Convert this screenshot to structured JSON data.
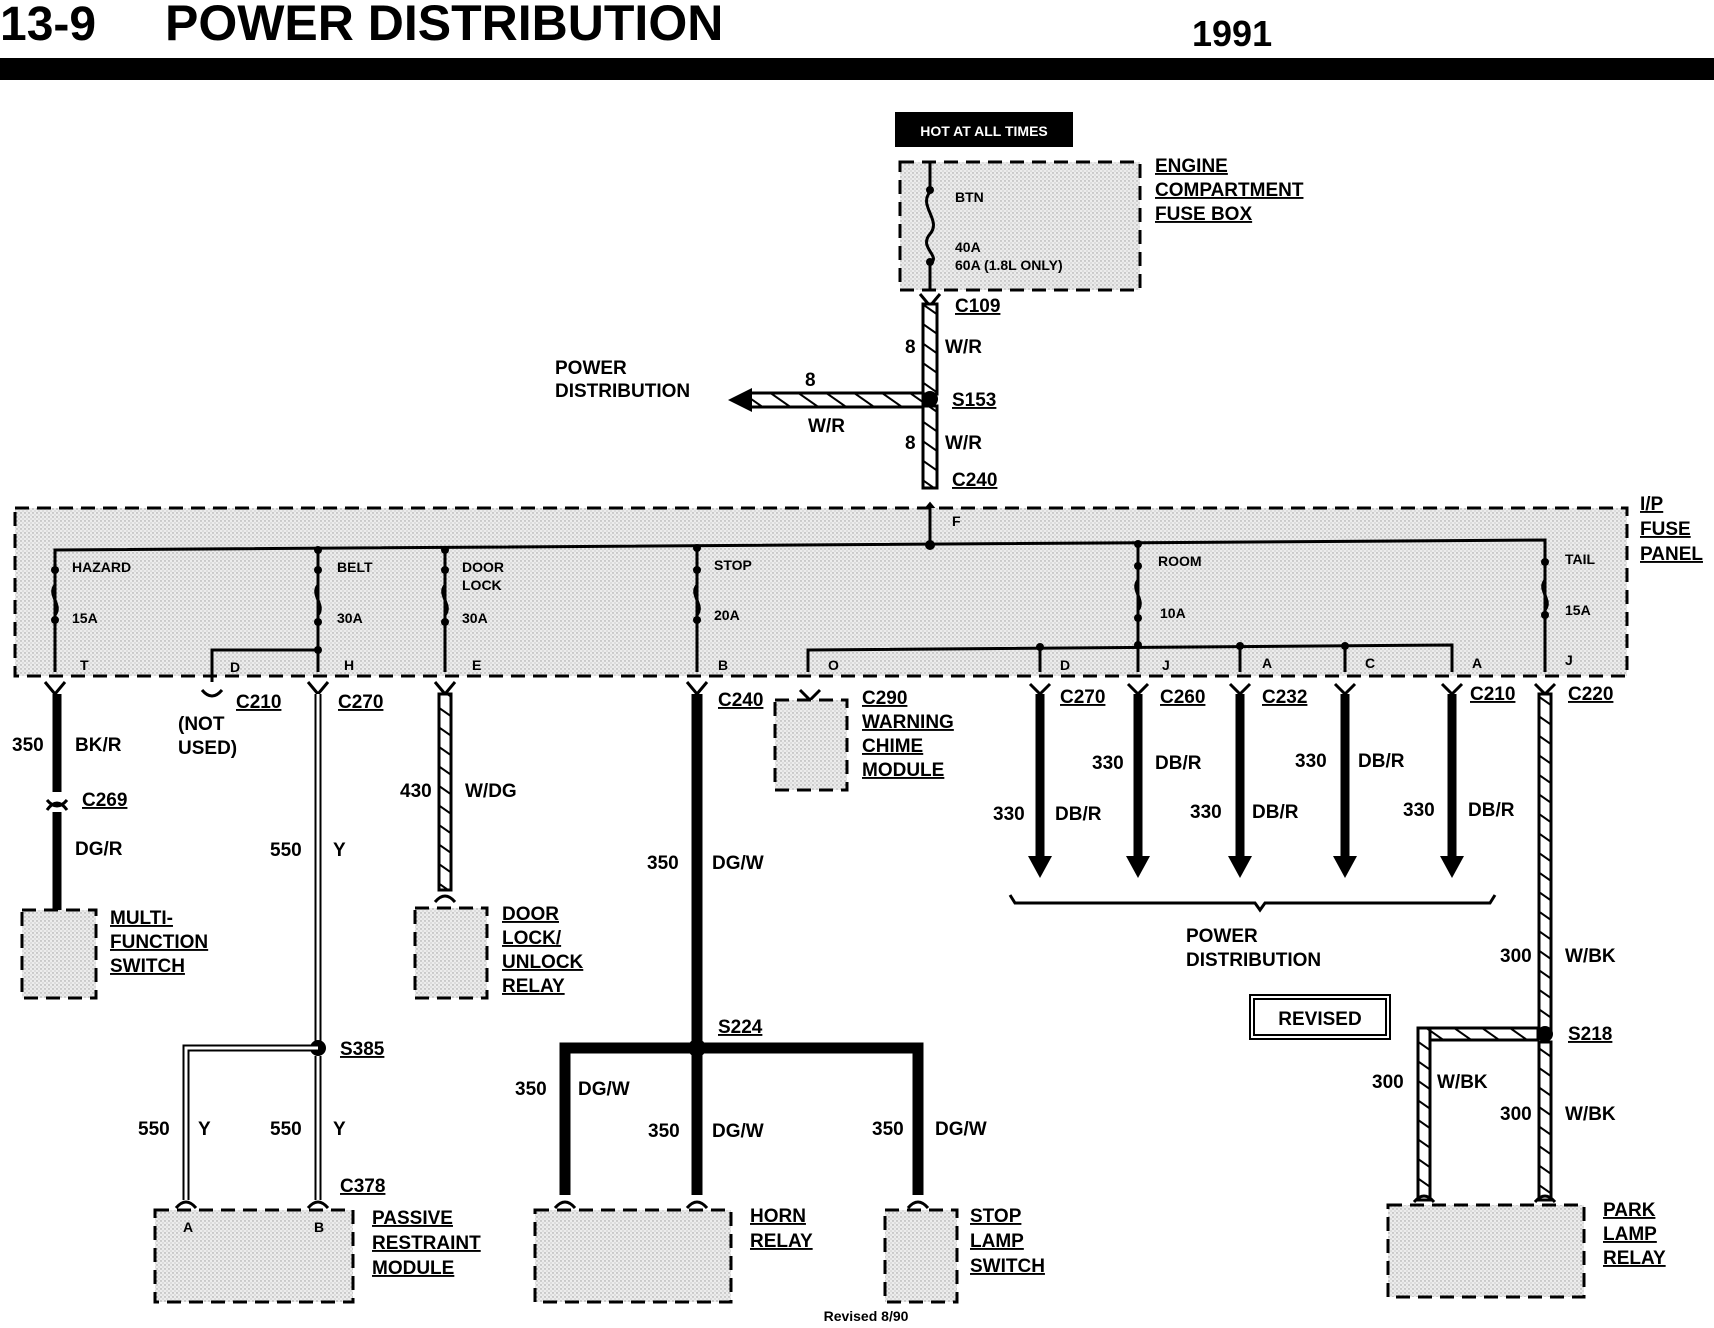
{
  "header": {
    "section": "13-9",
    "title": "POWER DISTRIBUTION",
    "year": "1991"
  },
  "hot_label": "HOT AT ALL TIMES",
  "engine_box": {
    "label": [
      "ENGINE",
      "COMPARTMENT",
      "FUSE BOX"
    ],
    "fuse_name": "BTN",
    "rating_1": "40A",
    "rating_2": "60A (1.8L ONLY)"
  },
  "ip_panel": {
    "label": [
      "I/P",
      "FUSE",
      "PANEL"
    ],
    "feed_pin": "F"
  },
  "connectors": {
    "c109": "C109",
    "c240": "C240",
    "c210": "C210",
    "c270": "C270",
    "c269": "C269",
    "c290": "C290",
    "c260": "C260",
    "c232": "C232",
    "c220": "C220",
    "c378": "C378"
  },
  "splices": {
    "s153": "S153",
    "s385": "S385",
    "s224": "S224",
    "s218": "S218"
  },
  "fuses": [
    {
      "name": "HAZARD",
      "rating": "15A",
      "pin": "T"
    },
    {
      "name": "BELT",
      "rating": "30A",
      "pin": "H"
    },
    {
      "name_1": "DOOR",
      "name_2": "LOCK",
      "rating": "30A",
      "pin": "E"
    },
    {
      "name": "STOP",
      "rating": "20A",
      "pin": "B"
    },
    {
      "name": "ROOM",
      "rating": "10A"
    },
    {
      "name": "TAIL",
      "rating": "15A",
      "pin": "J"
    }
  ],
  "panel_pins": {
    "d_unused": "D",
    "o": "O",
    "d": "D",
    "j": "J",
    "a": "A",
    "c": "C",
    "a2": "A"
  },
  "wires": {
    "w8": "8",
    "wr": "W/R",
    "w350": "350",
    "bkr": "BK/R",
    "dgr": "DG/R",
    "w550": "550",
    "y": "Y",
    "w430": "430",
    "wdg": "W/DG",
    "dgw": "DG/W",
    "w330": "330",
    "dbr": "DB/R",
    "w300": "300",
    "wbk": "W/BK"
  },
  "components": {
    "power_dist": [
      "POWER",
      "DISTRIBUTION"
    ],
    "not_used": [
      "(NOT",
      "USED)"
    ],
    "warning_chime": [
      "WARNING",
      "CHIME",
      "MODULE"
    ],
    "multi_function": [
      "MULTI-",
      "FUNCTION",
      "SWITCH"
    ],
    "door_lock_relay": [
      "DOOR",
      "LOCK/",
      "UNLOCK",
      "RELAY"
    ],
    "passive_restraint": [
      "PASSIVE",
      "RESTRAINT",
      "MODULE"
    ],
    "passive_pins": [
      "A",
      "B"
    ],
    "horn_relay": [
      "HORN",
      "RELAY"
    ],
    "stop_lamp": [
      "STOP",
      "LAMP",
      "SWITCH"
    ],
    "park_lamp": [
      "PARK",
      "LAMP",
      "RELAY"
    ]
  },
  "revised_badge": "REVISED",
  "footer": "Revised 8/90"
}
